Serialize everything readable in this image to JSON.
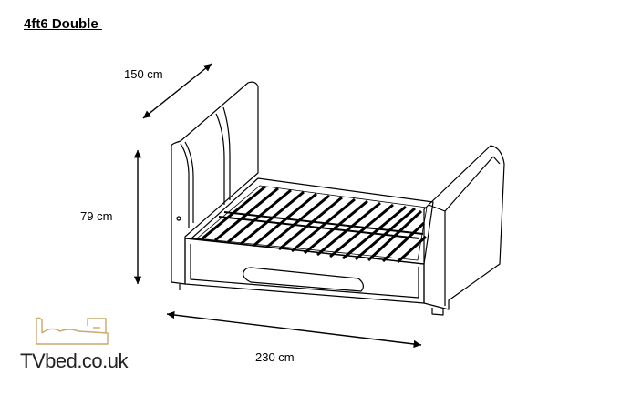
{
  "title": "4ft6 Double ",
  "dimensions": {
    "width": "150 cm",
    "height": "79 cm",
    "length": "230 cm"
  },
  "brand": {
    "text": "TVbed.co.uk",
    "logo_color": "#c9a96e"
  },
  "colors": {
    "line": "#000000",
    "background": "#ffffff"
  }
}
